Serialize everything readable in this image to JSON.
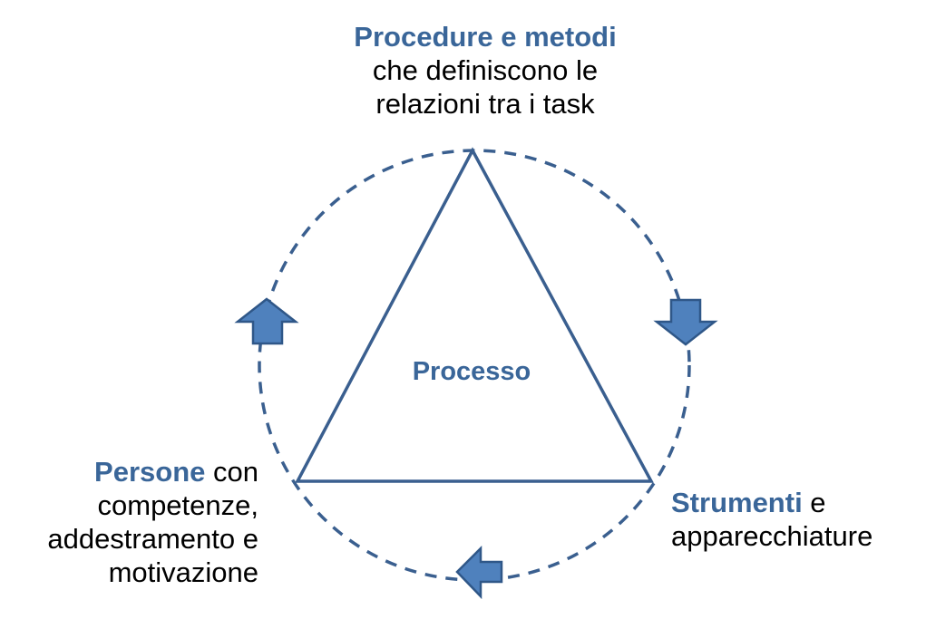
{
  "colors": {
    "accent": "#3a6699",
    "stroke": "#3a5f8f",
    "arrow_fill": "#4f81bd",
    "arrow_stroke": "#2f5788",
    "text": "#000000"
  },
  "nodes": {
    "top": {
      "title": "Procedure e metodi",
      "line1": "che definiscono le",
      "line2": "relazioni tra i task"
    },
    "center": {
      "title": "Processo"
    },
    "left": {
      "title": "Persone",
      "line1_rest": " con",
      "line2": "competenze,",
      "line3": "addestramento e",
      "line4": "motivazione"
    },
    "right": {
      "title": "Strumenti",
      "line1_rest": " e",
      "line2": "apparecchiature"
    }
  },
  "icons": {
    "arrow_up": "arrow-up-icon",
    "arrow_down": "arrow-down-icon",
    "arrow_left": "arrow-left-icon"
  }
}
